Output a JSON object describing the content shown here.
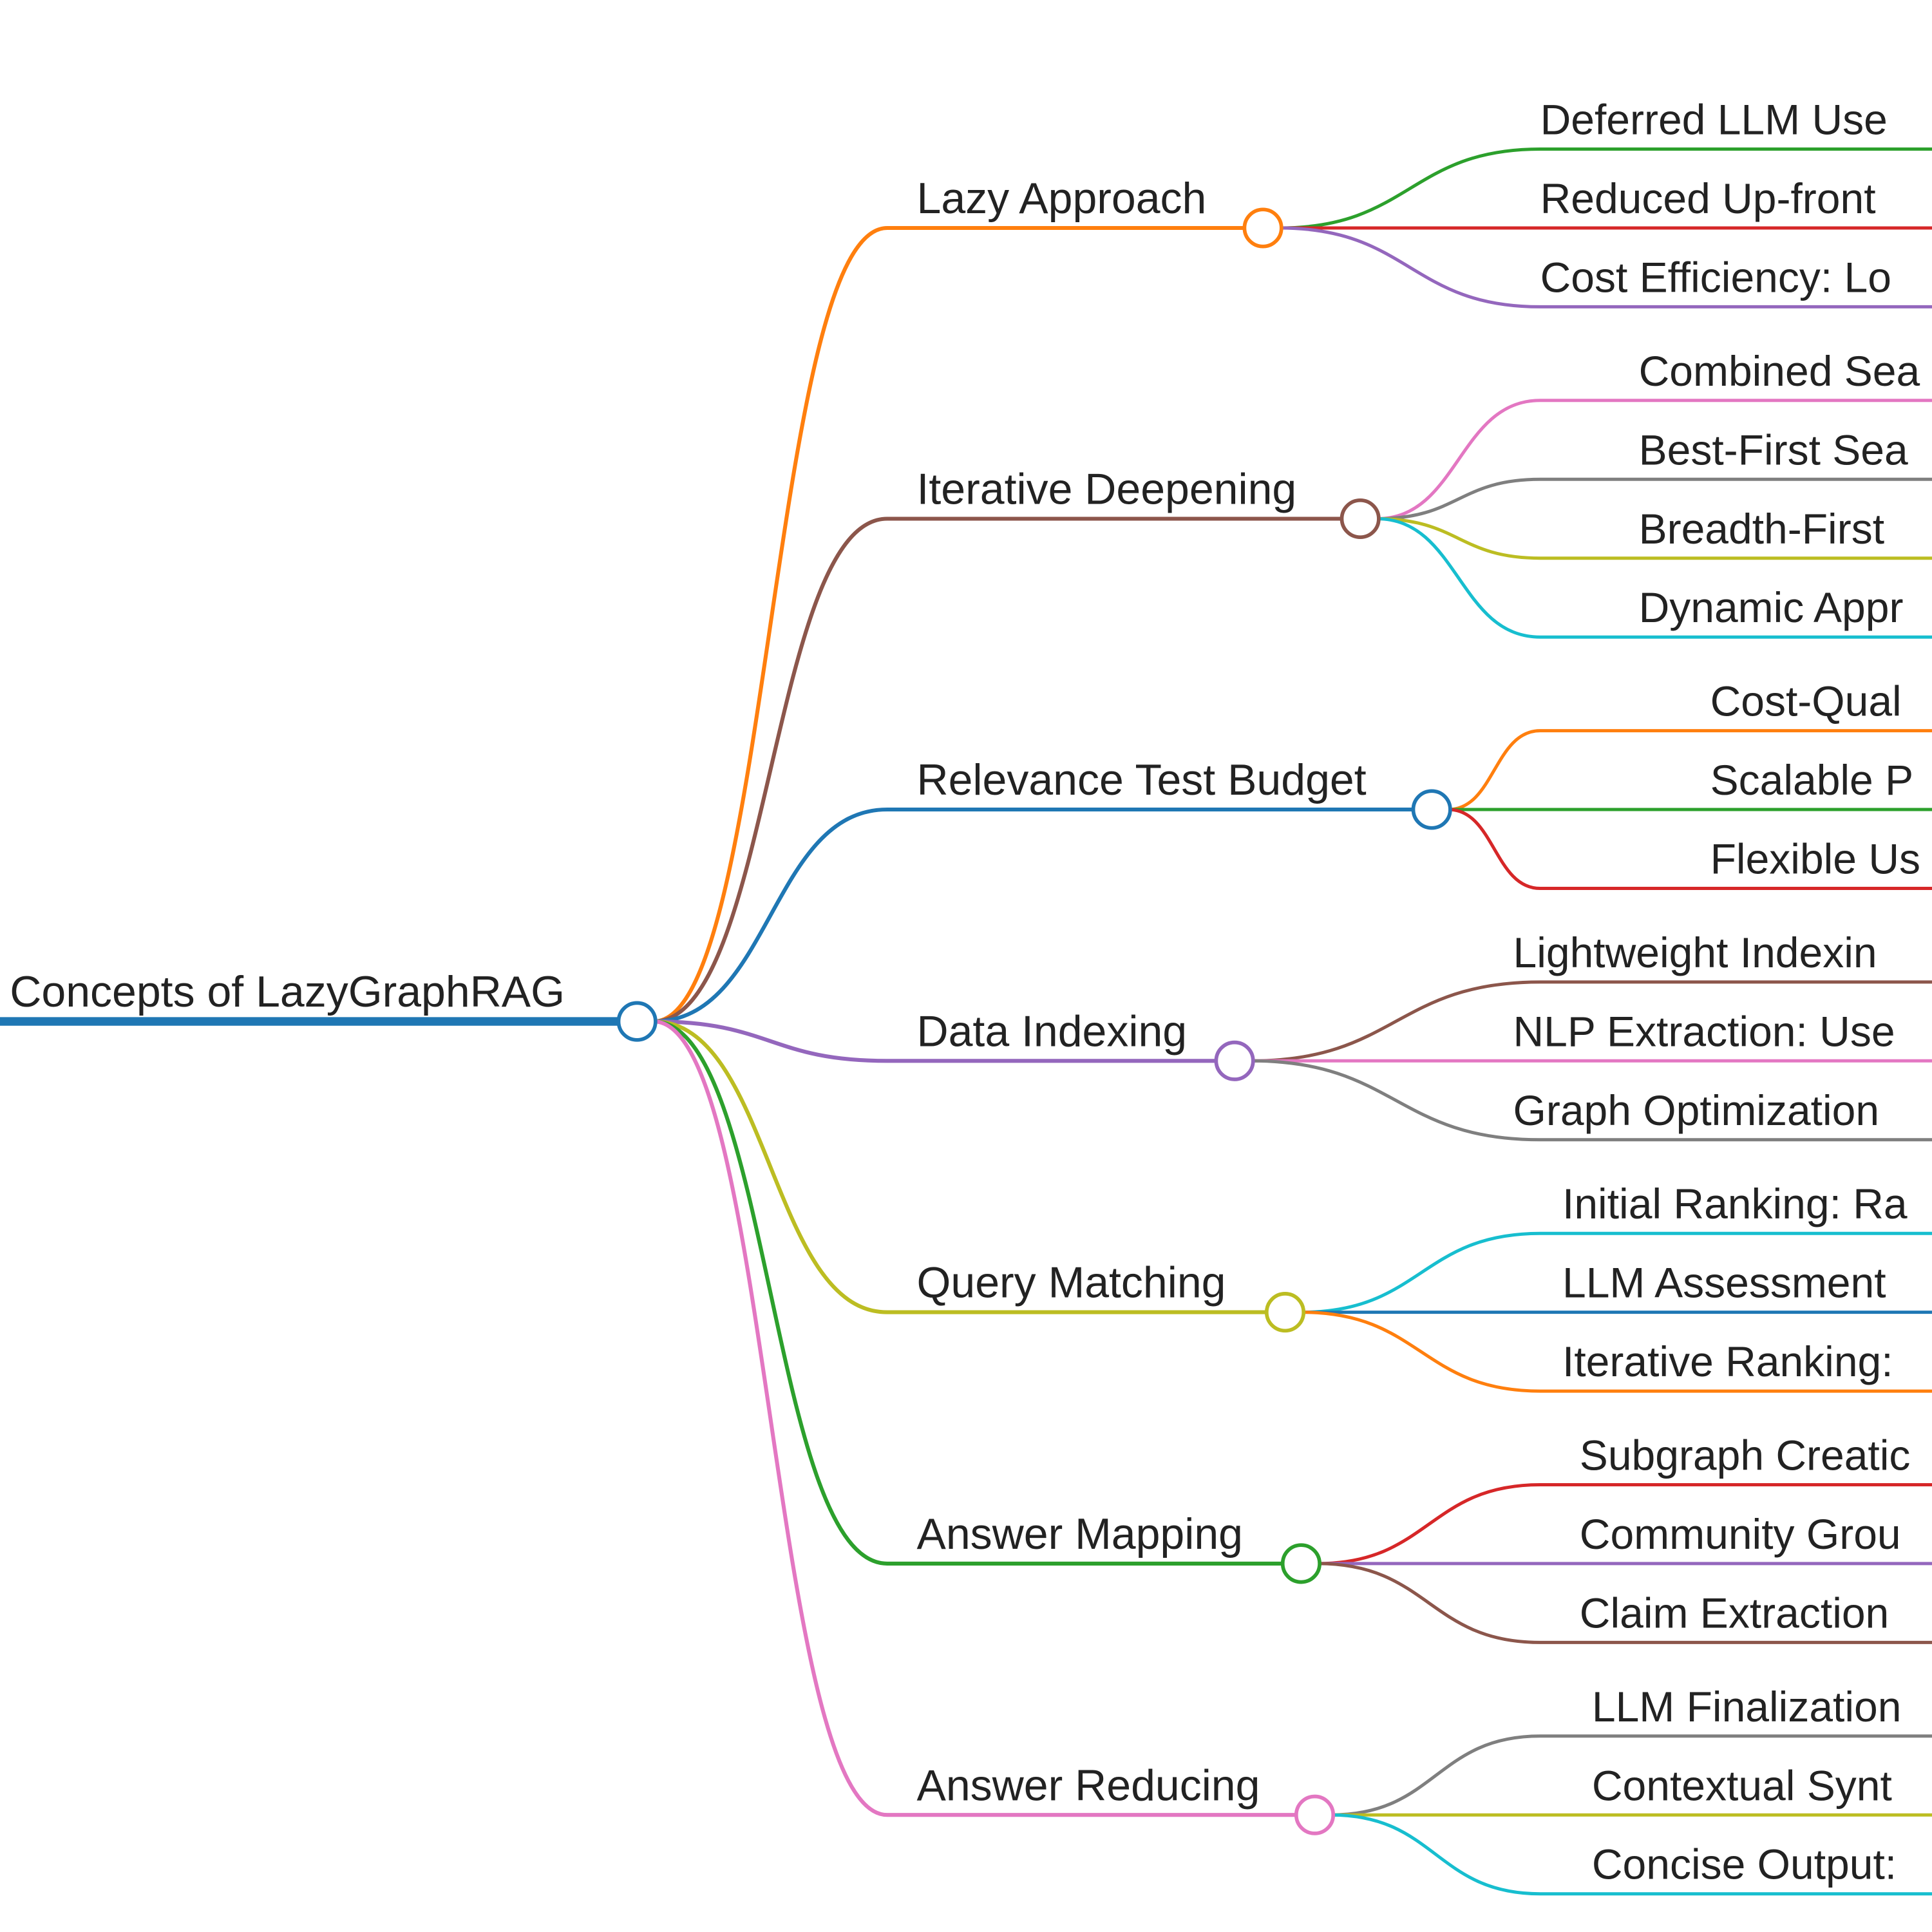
{
  "mindmap": {
    "root": {
      "label": "Concepts of LazyGraphRAG",
      "color": "#1f77b4"
    },
    "branches": [
      {
        "label": "Lazy Approach",
        "color": "#ff7f0e",
        "children": [
          {
            "label": "Deferred LLM Use",
            "color": "#2ca02c"
          },
          {
            "label": "Reduced Up-front",
            "color": "#d62728"
          },
          {
            "label": "Cost Efficiency: Lo",
            "color": "#9467bd"
          }
        ]
      },
      {
        "label": "Iterative Deepening",
        "color": "#8c564b",
        "children": [
          {
            "label": "Combined Sea",
            "color": "#e377c2"
          },
          {
            "label": "Best-First Sea",
            "color": "#7f7f7f"
          },
          {
            "label": "Breadth-First",
            "color": "#bcbd22"
          },
          {
            "label": "Dynamic Appr",
            "color": "#17becf"
          }
        ]
      },
      {
        "label": "Relevance Test Budget",
        "color": "#1f77b4",
        "children": [
          {
            "label": "Cost-Qual",
            "color": "#ff7f0e"
          },
          {
            "label": "Scalable P",
            "color": "#2ca02c"
          },
          {
            "label": "Flexible Us",
            "color": "#d62728"
          }
        ]
      },
      {
        "label": "Data Indexing",
        "color": "#9467bd",
        "children": [
          {
            "label": "Lightweight Indexin",
            "color": "#8c564b"
          },
          {
            "label": "NLP Extraction: Use",
            "color": "#e377c2"
          },
          {
            "label": "Graph Optimization",
            "color": "#7f7f7f"
          }
        ]
      },
      {
        "label": "Query Matching",
        "color": "#bcbd22",
        "children": [
          {
            "label": "Initial Ranking: Ra",
            "color": "#17becf"
          },
          {
            "label": "LLM Assessment",
            "color": "#1f77b4"
          },
          {
            "label": "Iterative Ranking:",
            "color": "#ff7f0e"
          }
        ]
      },
      {
        "label": "Answer Mapping",
        "color": "#2ca02c",
        "children": [
          {
            "label": "Subgraph Creatic",
            "color": "#d62728"
          },
          {
            "label": "Community Grou",
            "color": "#9467bd"
          },
          {
            "label": "Claim Extraction",
            "color": "#8c564b"
          }
        ]
      },
      {
        "label": "Answer Reducing",
        "color": "#e377c2",
        "children": [
          {
            "label": "LLM Finalization",
            "color": "#7f7f7f"
          },
          {
            "label": "Contextual Synt",
            "color": "#bcbd22"
          },
          {
            "label": "Concise Output:",
            "color": "#17becf"
          }
        ]
      }
    ]
  }
}
